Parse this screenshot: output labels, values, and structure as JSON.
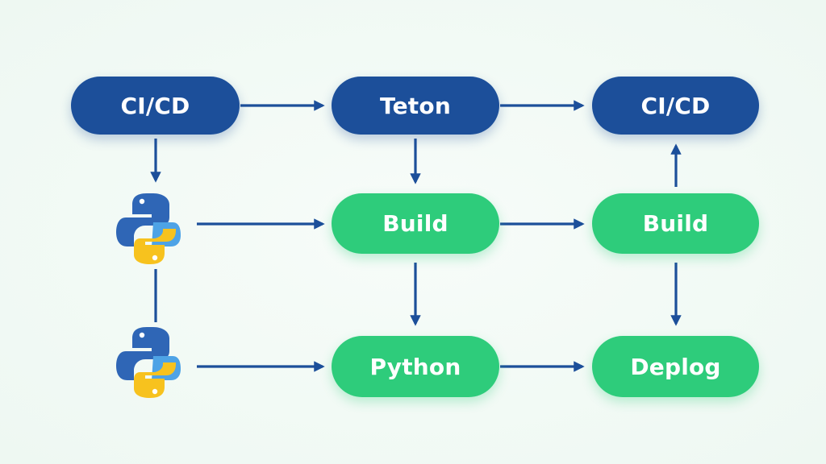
{
  "nodes": {
    "top_left": {
      "label": "CI/CD"
    },
    "top_middle": {
      "label": "Teton"
    },
    "top_right": {
      "label": "CI/CD"
    },
    "mid_middle": {
      "label": "Build"
    },
    "mid_right": {
      "label": "Build"
    },
    "bottom_middle": {
      "label": "Python"
    },
    "bottom_right": {
      "label": "Deplog"
    }
  },
  "icons": {
    "python_mid": "python-logo-icon",
    "python_bottom": "python-logo-icon"
  },
  "colors": {
    "blue_node": "#1c4f9a",
    "green_node": "#2ecc7b",
    "arrow": "#1c4f9a",
    "python_blue": "#2f66b6",
    "python_light_blue": "#4ea3e6",
    "python_yellow": "#f7c21e"
  }
}
